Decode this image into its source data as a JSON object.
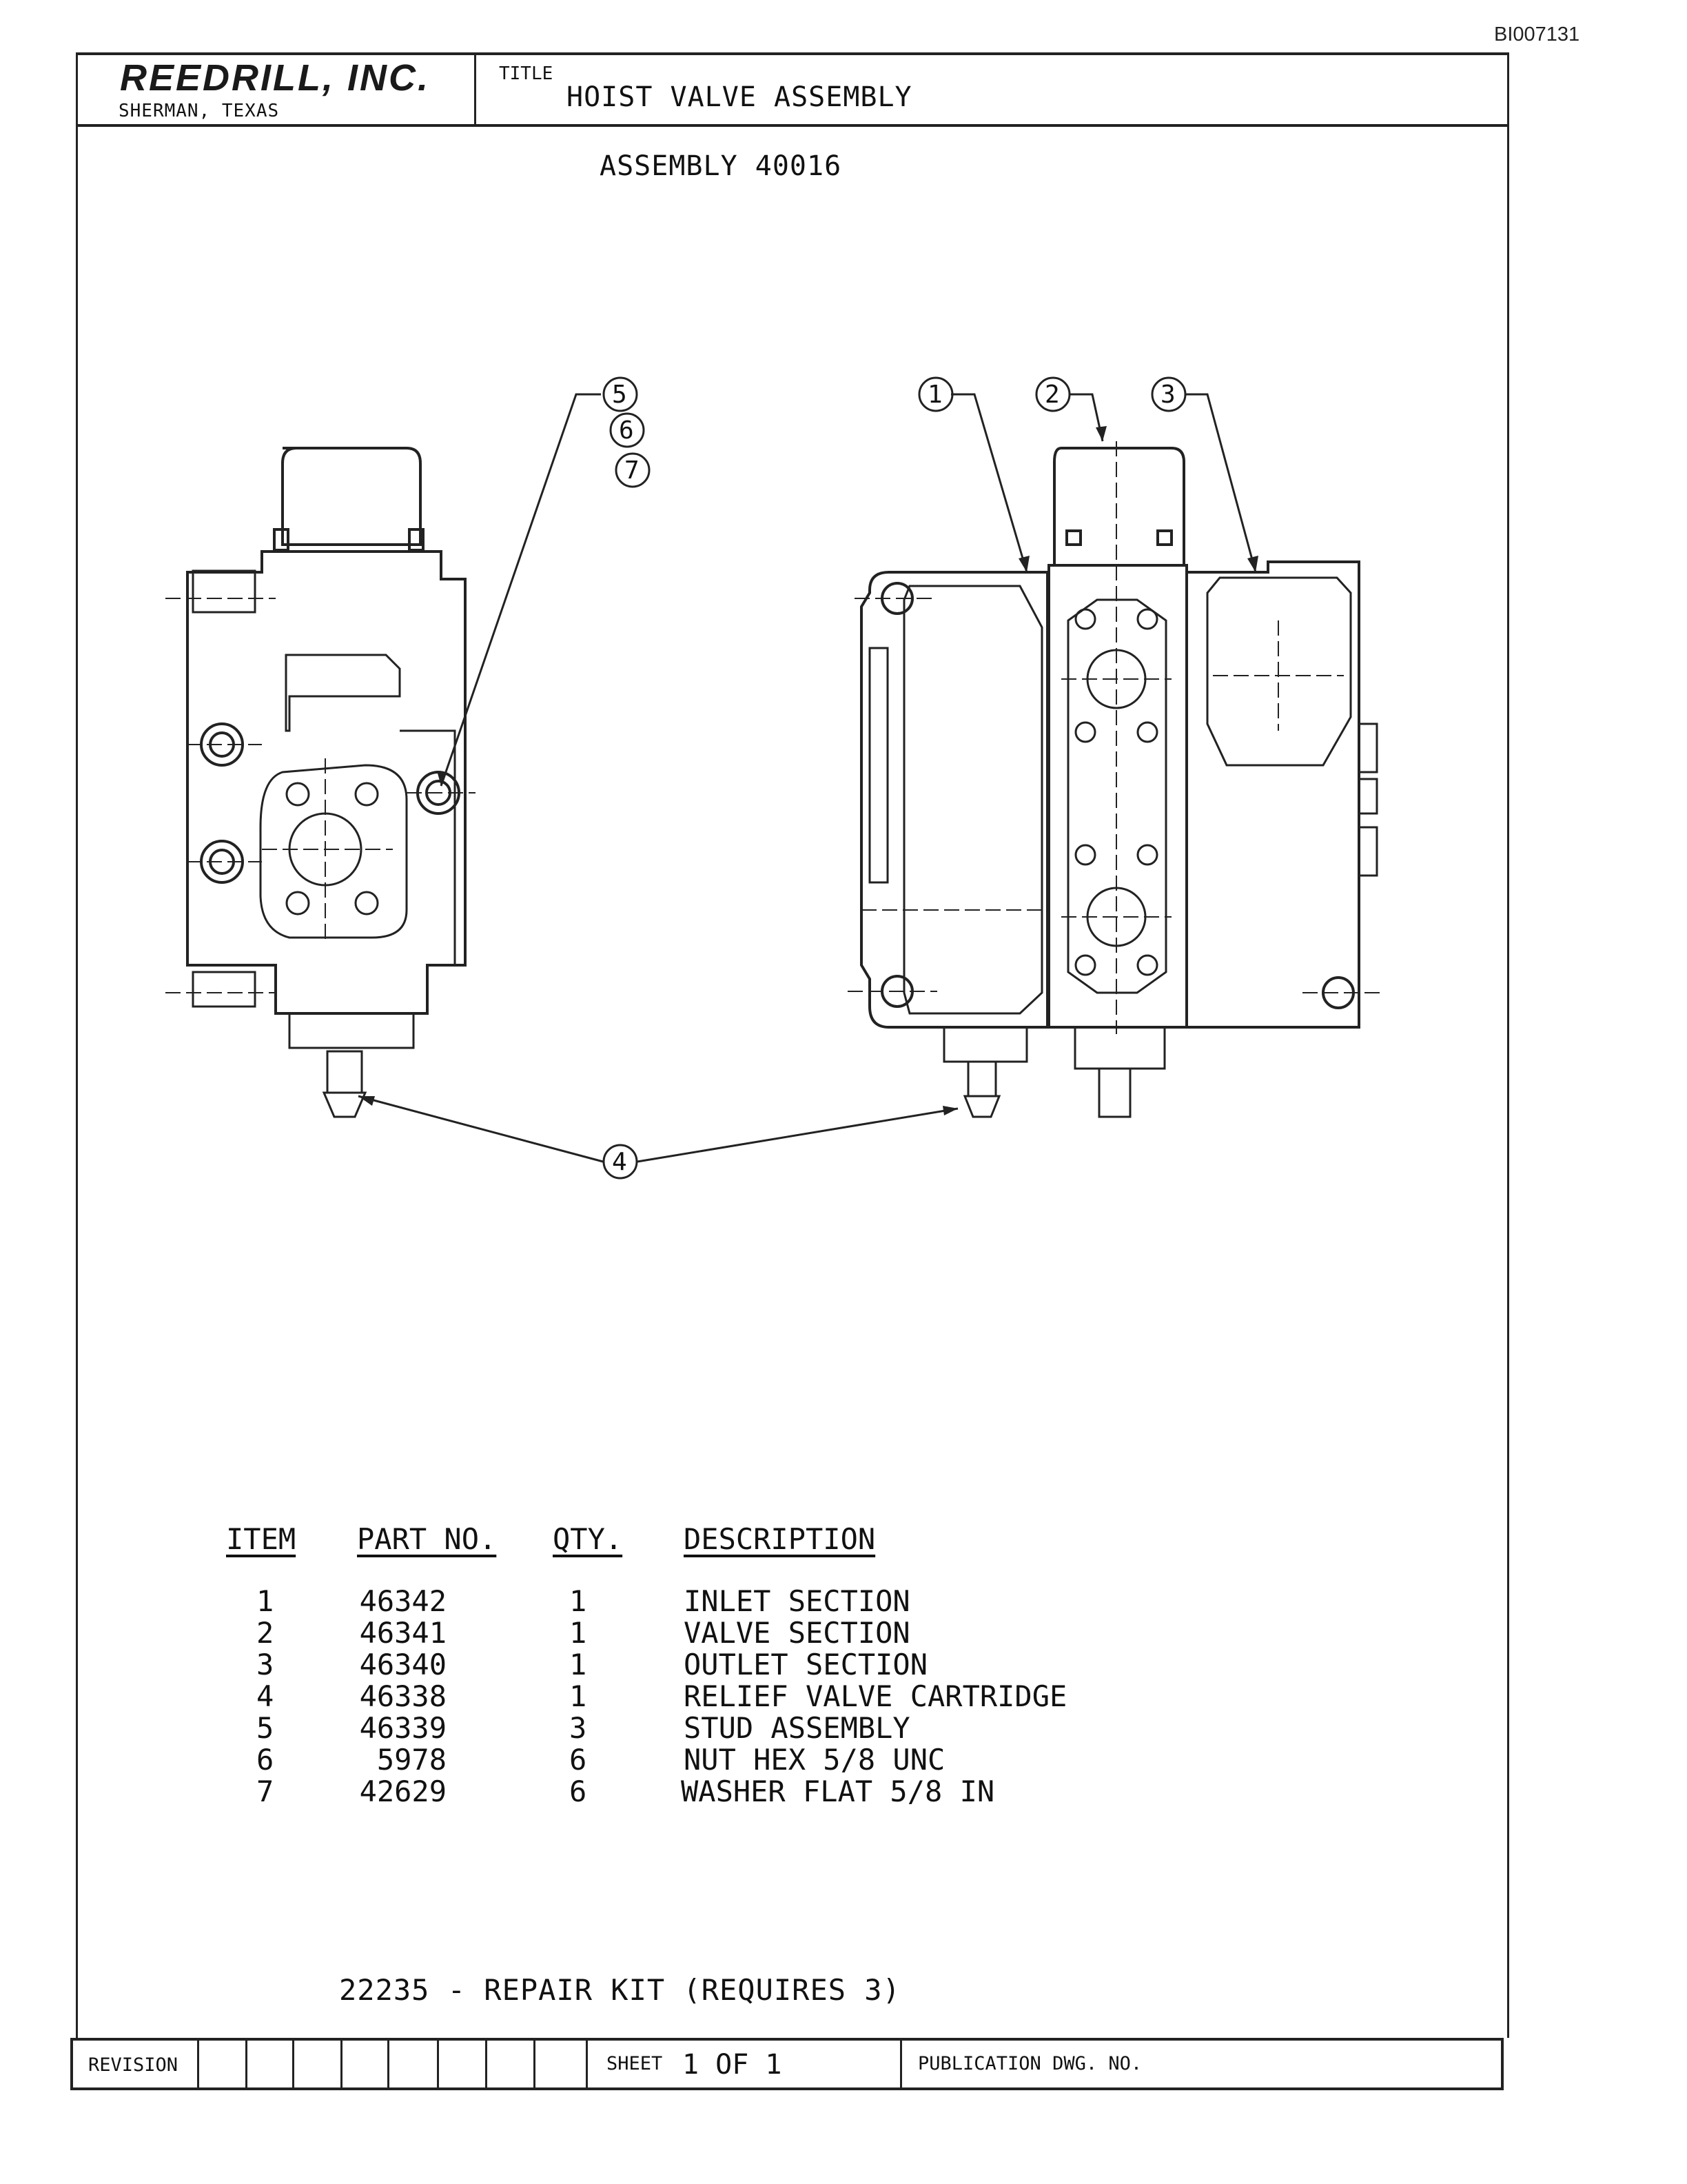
{
  "doc_id": "BI007131",
  "header": {
    "company": "REEDRILL, INC.",
    "city": "SHERMAN, TEXAS",
    "title_label": "TITLE",
    "title": "HOIST VALVE ASSEMBLY"
  },
  "assembly": "ASSEMBLY 40016",
  "callouts": [
    "1",
    "2",
    "3",
    "4",
    "5",
    "6",
    "7"
  ],
  "parts_table": {
    "headers": {
      "item": "ITEM",
      "part_no": "PART NO.",
      "qty": "QTY.",
      "description": "DESCRIPTION"
    },
    "rows": [
      {
        "item": "1",
        "part_no": "46342",
        "qty": "1",
        "description": "INLET SECTION"
      },
      {
        "item": "2",
        "part_no": "46341",
        "qty": "1",
        "description": "VALVE SECTION"
      },
      {
        "item": "3",
        "part_no": "46340",
        "qty": "1",
        "description": "OUTLET SECTION"
      },
      {
        "item": "4",
        "part_no": "46338",
        "qty": "1",
        "description": "RELIEF VALVE CARTRIDGE"
      },
      {
        "item": "5",
        "part_no": "46339",
        "qty": "3",
        "description": "STUD ASSEMBLY"
      },
      {
        "item": "6",
        "part_no": "5978",
        "qty": "6",
        "description": "NUT HEX 5/8 UNC"
      },
      {
        "item": "7",
        "part_no": "42629",
        "qty": "6",
        "description": "WASHER FLAT 5/8 IN"
      }
    ]
  },
  "repair_kit": "22235 - REPAIR KIT (REQUIRES 3)",
  "footer": {
    "revision_label": "REVISION",
    "sheet_label": "SHEET",
    "sheet_value": "1 OF 1",
    "publication_label": "PUBLICATION DWG. NO."
  }
}
